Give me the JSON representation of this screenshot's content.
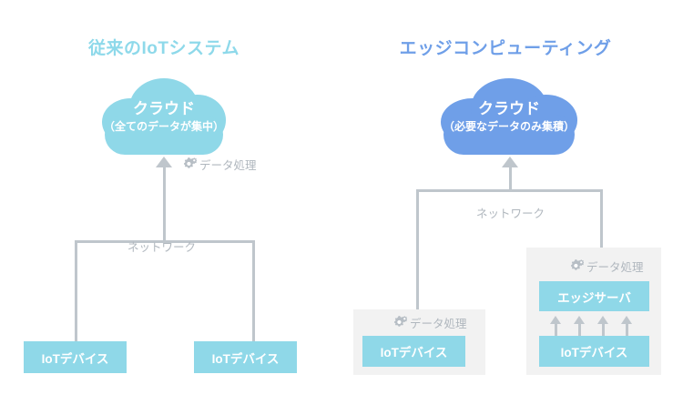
{
  "diagram": {
    "left_section": {
      "title": "従来のIoTシステム",
      "title_color": "#8ed9ea",
      "cloud": {
        "title": "クラウド",
        "subtitle": "（全てのデータが集中）",
        "color": "#8fd8e8"
      },
      "processing_label": "データ処理",
      "processing_icon": "gears-icon",
      "network_label": "ネットワーク",
      "devices": [
        {
          "label": "IoTデバイス"
        },
        {
          "label": "IoTデバイス"
        }
      ]
    },
    "right_section": {
      "title": "エッジコンピューティング",
      "title_color": "#6f9fe8",
      "cloud": {
        "title": "クラウド",
        "subtitle": "（必要なデータのみ集積）",
        "color": "#6f9fe8"
      },
      "network_label": "ネットワーク",
      "groups": [
        {
          "processing_label": "データ処理",
          "processing_icon": "gears-icon",
          "device_label": "IoTデバイス"
        },
        {
          "processing_label": "データ処理",
          "processing_icon": "gears-icon",
          "edge_server_label": "エッジサーバ",
          "device_label": "IoTデバイス",
          "arrow_count": 4
        }
      ]
    },
    "colors": {
      "cyan": "#8fd8e8",
      "blue": "#6f9fe8",
      "connector_gray": "#bfc6cc",
      "panel_gray": "#f2f2f2",
      "label_gray": "#b0b7be",
      "background": "#ffffff"
    }
  }
}
